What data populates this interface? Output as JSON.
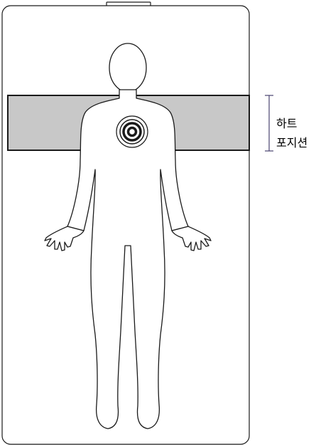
{
  "diagram": {
    "label_lines": [
      "하트",
      "포지션"
    ],
    "colors": {
      "band_fill": "#c8c8c8",
      "bracket": "#4a4270",
      "outline": "#1a1a1a"
    },
    "icons": [
      "table-bed",
      "human-silhouette",
      "target-icon"
    ]
  }
}
